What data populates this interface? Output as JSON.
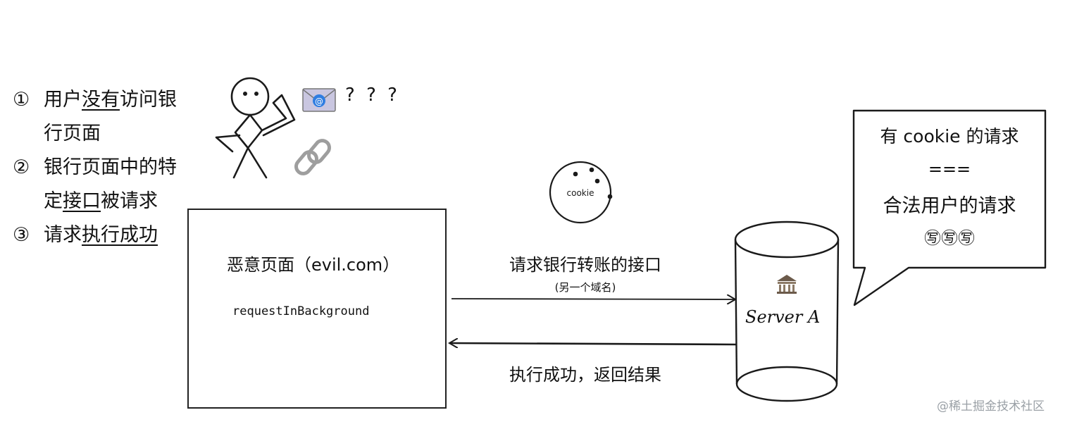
{
  "steps": [
    {
      "num": "①",
      "parts": [
        {
          "t": "用户",
          "u": false
        },
        {
          "t": "没有",
          "u": true
        },
        {
          "t": "访问银行页面",
          "u": false
        }
      ]
    },
    {
      "num": "②",
      "parts": [
        {
          "t": "银行页面中的特定",
          "u": false
        },
        {
          "t": "接口",
          "u": true
        },
        {
          "t": "被请求",
          "u": false
        }
      ]
    },
    {
      "num": "③",
      "parts": [
        {
          "t": "请求",
          "u": false
        },
        {
          "t": "执行成功",
          "u": true
        }
      ]
    }
  ],
  "user": {
    "question_marks": "? ? ?",
    "icons": [
      "stick-figure-icon",
      "email-icon",
      "link-icon"
    ]
  },
  "cookie": {
    "label": "cookie"
  },
  "evil_page": {
    "title": "恶意页面（evil.com）",
    "code": "requestInBackground"
  },
  "request_arrow": {
    "label": "请求银行转账的接口",
    "sublabel": "(另一个域名)"
  },
  "response_arrow": {
    "label": "执行成功，返回结果"
  },
  "server": {
    "label": "Server A",
    "icon": "bank-icon"
  },
  "speech_bubble": {
    "line1": "有 cookie 的请求",
    "line2": "===",
    "line3": "合法用户的请求",
    "line4": "㊢㊢㊢"
  },
  "watermark": "@稀土掘金技术社区",
  "colors": {
    "ink": "#1a1a1a",
    "email_bg": "#c9c6e0",
    "email_badge": "#2f7de1",
    "link_gray": "#9e9e9e",
    "watermark": "#9aa0a6"
  }
}
